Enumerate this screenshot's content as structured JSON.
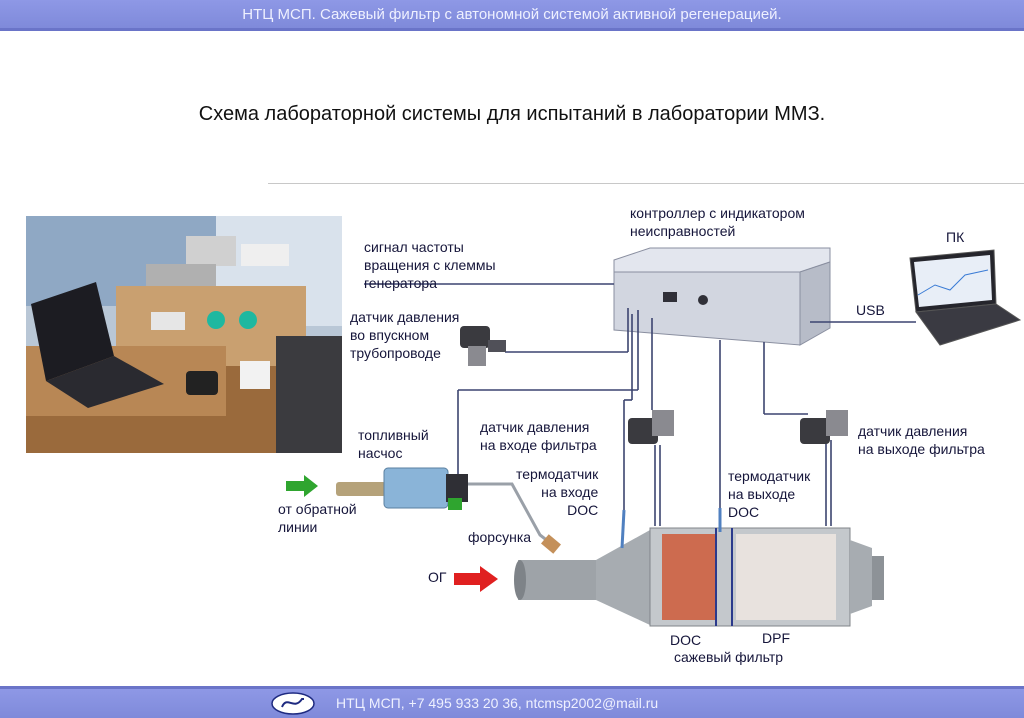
{
  "header": {
    "title": "НТЦ МСП. Сажевый фильтр с автономной системой активной регенерацией."
  },
  "slide": {
    "subtitle": "Схема лабораторной системы для испытаний в лаборатории ММЗ."
  },
  "labels": {
    "controller": "контроллер с индикатором\nнеисправностей",
    "pc": "ПК",
    "usb": "USB",
    "freq_signal": "сигнал частоты\nвращения с клеммы\nгенератора",
    "intake_pressure": "датчик давления\nво впускном\nтрубопроводе",
    "filter_in_pressure": "датчик давления\nна входе фильтра",
    "filter_out_pressure": "датчик давления\nна выходе фильтра",
    "fuel_pump": "топливный\nнасчос",
    "return_line": "от обратной\nлинии",
    "thermo_in": "термодатчик\nна входе\nDOC",
    "thermo_out": "термодатчик\nна выходе\nDOC",
    "injector": "форсунка",
    "exhaust": "ОГ",
    "doc": "DOC",
    "dpf": "DPF",
    "soot_filter": "сажевый фильтр"
  },
  "footer": {
    "contact": "НТЦ МСП, +7 495 933 20 36, ntcmsp2002@mail.ru"
  },
  "colors": {
    "bar": "#8590df",
    "wire": "#3c4470",
    "arrow_green": "#2fa52f",
    "arrow_red": "#e02020",
    "doc_fill": "#cd6b4f",
    "dpf_fill": "#e8e2de"
  }
}
